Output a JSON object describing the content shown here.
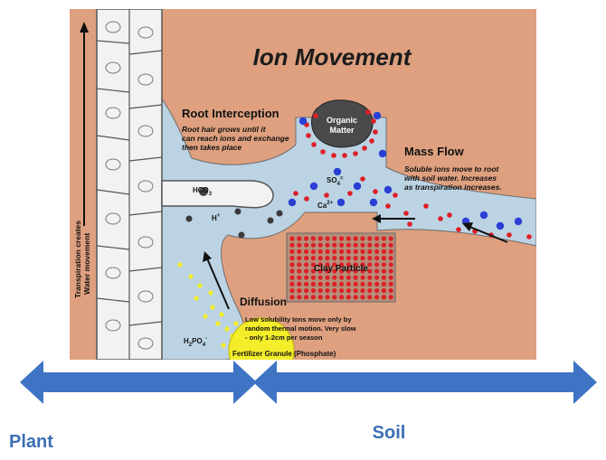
{
  "diagram": {
    "title": "Ion Movement",
    "labels": {
      "root_interception": "Root Interception",
      "root_interception_desc": [
        "Root hair grows until it",
        "can reach  ions and exchange",
        "then takes place"
      ],
      "organic_matter": [
        "Organic",
        "Matter"
      ],
      "mass_flow": "Mass Flow",
      "mass_flow_desc": [
        "Soluble ions move to root",
        "with soil water. Increases",
        "as transpiration increases."
      ],
      "transpiration": [
        "Transpiration creates",
        "Water movement"
      ],
      "hco3": "HCO",
      "hco3_sub": "3",
      "h_plus": "H",
      "so4": "SO",
      "so4_sub": "4",
      "ca": "Ca",
      "clay_particle": "Clay Particle",
      "diffusion": "Diffusion",
      "diffusion_desc": [
        "Low solubility Ions move only by",
        "random thermal motion. Very slow",
        "- only 1-2cm per season"
      ],
      "h2po4": "H",
      "h2po4_mid": "PO",
      "fertilizer": "Fertilizer Granule (Phosphate)"
    }
  },
  "arrows": {
    "plant_label": "Plant",
    "soil_label": "Soil"
  },
  "colors": {
    "soil": "#dea07f",
    "water": "#bcd3e3",
    "accent_arrow": "#3f74c4",
    "label_blue": "#3c6fb4",
    "cation_red": "#dd1f26",
    "anion_blue": "#2a3fd4",
    "phosphate_yellow": "#f3ed2a"
  }
}
